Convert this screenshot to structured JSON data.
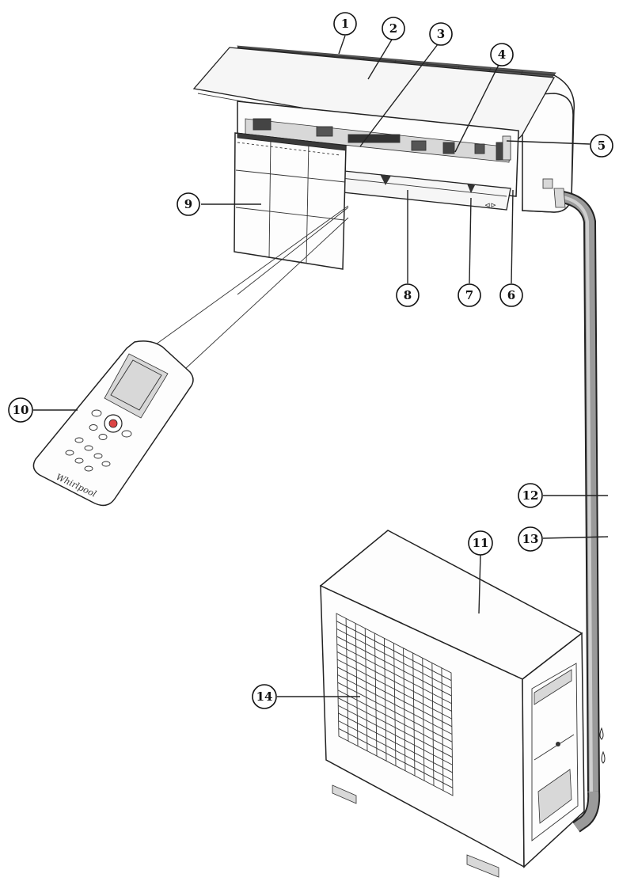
{
  "colors": {
    "line": "#222222",
    "background": "#ffffff"
  },
  "callouts": [
    {
      "id": 1,
      "label": "1"
    },
    {
      "id": 2,
      "label": "2"
    },
    {
      "id": 3,
      "label": "3"
    },
    {
      "id": 4,
      "label": "4"
    },
    {
      "id": 5,
      "label": "5"
    },
    {
      "id": 6,
      "label": "6"
    },
    {
      "id": 7,
      "label": "7"
    },
    {
      "id": 8,
      "label": "8"
    },
    {
      "id": 9,
      "label": "9"
    },
    {
      "id": 10,
      "label": "10"
    },
    {
      "id": 11,
      "label": "11"
    },
    {
      "id": 12,
      "label": "12"
    },
    {
      "id": 13,
      "label": "13"
    },
    {
      "id": 14,
      "label": "14"
    }
  ]
}
